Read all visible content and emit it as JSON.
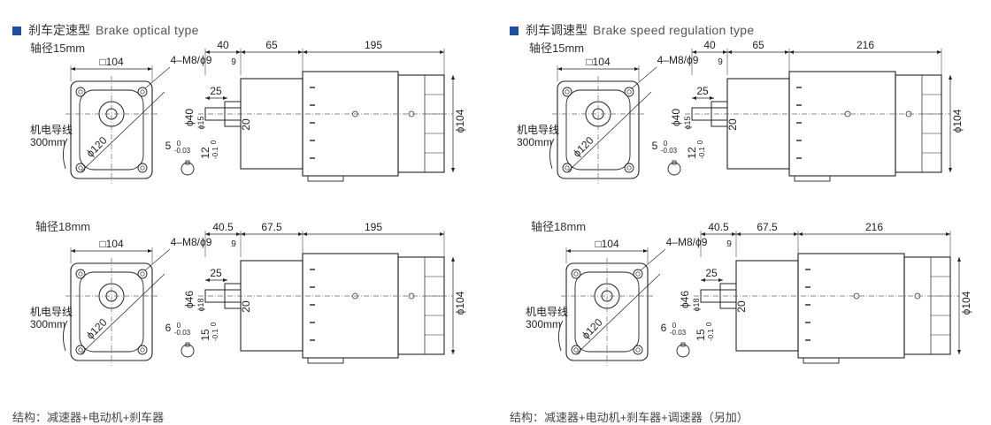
{
  "left": {
    "title_cn": "刹车定速型",
    "title_en": "Brake optical type",
    "footer": "结构：减速器+电动机+刹车器",
    "top": {
      "shaft_label": "轴径15mm",
      "square": "□104",
      "bolt": "4–M8/ϕ9",
      "circle": "ϕ120",
      "wire1": "机电导线",
      "wire2": "300mm",
      "d_a": "40",
      "d_b": "65",
      "d_c": "195",
      "d_25": "25",
      "d_9": "9",
      "d_phi40": "ϕ40",
      "d_phi15": "ϕ15",
      "d_20": "20",
      "d_phi104": "ϕ104",
      "key_w": "5",
      "key_w_tol": "-0.03",
      "key_w_tol0": "0",
      "key_h": "12",
      "key_h_tol": "-0.1",
      "key_h_tol0": "0"
    },
    "bottom": {
      "shaft_label": "轴径18mm",
      "square": "□104",
      "bolt": "4–M8/ϕ9",
      "circle": "ϕ120",
      "wire1": "机电导线",
      "wire2": "300mm",
      "d_a": "40.5",
      "d_b": "67.5",
      "d_c": "195",
      "d_25": "25",
      "d_9": "9",
      "d_phi40": "ϕ46",
      "d_phi15": "ϕ18",
      "d_20": "20",
      "d_phi104": "ϕ104",
      "key_w": "6",
      "key_w_tol": "-0.03",
      "key_w_tol0": "0",
      "key_h": "15",
      "key_h_tol": "-0.1",
      "key_h_tol0": "0"
    }
  },
  "right": {
    "title_cn": "刹车调速型",
    "title_en": "Brake speed regulation type",
    "footer": "结构：减速器+电动机+刹车器+调速器（另加）",
    "top": {
      "shaft_label": "轴径15mm",
      "square": "□104",
      "bolt": "4–M8/ϕ9",
      "circle": "ϕ120",
      "wire1": "机电导线",
      "wire2": "300mm",
      "d_a": "40",
      "d_b": "65",
      "d_c": "216",
      "d_25": "25",
      "d_9": "9",
      "d_phi40": "ϕ40",
      "d_phi15": "ϕ15",
      "d_20": "20",
      "d_phi104": "ϕ104",
      "key_w": "5",
      "key_w_tol": "-0.03",
      "key_w_tol0": "0",
      "key_h": "12",
      "key_h_tol": "-0.1",
      "key_h_tol0": "0"
    },
    "bottom": {
      "shaft_label": "轴径18mm",
      "square": "□104",
      "bolt": "4–M8/ϕ9",
      "circle": "ϕ120",
      "wire1": "机电导线",
      "wire2": "300mm",
      "d_a": "40.5",
      "d_b": "67.5",
      "d_c": "216",
      "d_25": "25",
      "d_9": "9",
      "d_phi40": "ϕ46",
      "d_phi15": "ϕ18",
      "d_20": "20",
      "d_phi104": "ϕ104",
      "key_w": "6",
      "key_w_tol": "-0.03",
      "key_w_tol0": "0",
      "key_h": "15",
      "key_h_tol": "-0.1",
      "key_h_tol0": "0"
    }
  }
}
